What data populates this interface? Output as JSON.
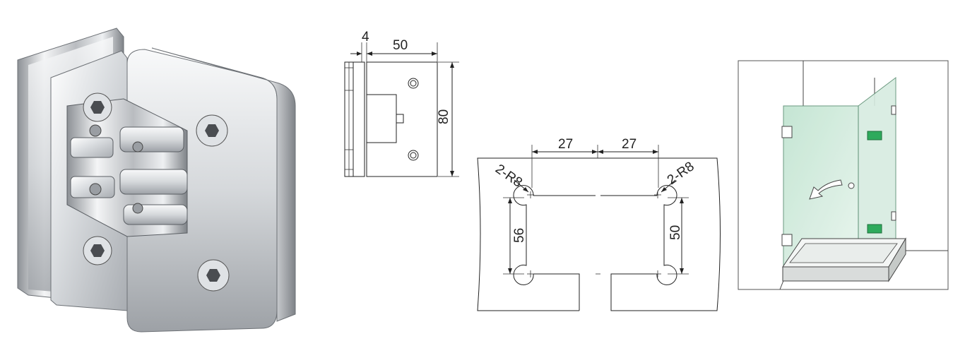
{
  "side_view": {
    "thickness_label": "4",
    "width_label": "50",
    "height_label": "80"
  },
  "cutout": {
    "left_offset_label": "27",
    "right_offset_label": "27",
    "left_radius_label": "2-R8",
    "right_radius_label": "2-R8",
    "left_height_label": "56",
    "right_height_label": "50"
  },
  "colors": {
    "line": "#222222",
    "glass": "#cfe8dc",
    "bracket": "#2eaa5c",
    "chrome": "#c9ccd0"
  }
}
